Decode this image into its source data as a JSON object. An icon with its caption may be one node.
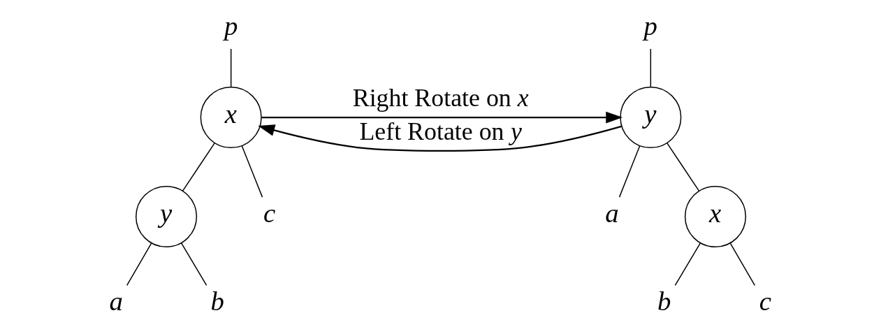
{
  "diagram": {
    "nodes": [
      {
        "text": [
          "p"
        ]
      },
      {
        "text": [
          "x"
        ]
      },
      {
        "text": [
          "y"
        ]
      },
      {
        "text": [
          "c"
        ]
      },
      {
        "text": [
          "a"
        ]
      },
      {
        "text": [
          "b"
        ]
      },
      {
        "text": [
          "p"
        ]
      },
      {
        "text": [
          "y"
        ]
      },
      {
        "text": [
          "a"
        ]
      },
      {
        "text": [
          "x"
        ]
      },
      {
        "text": [
          "b"
        ]
      },
      {
        "text": [
          "c"
        ]
      }
    ],
    "edges": [
      {
        "from": 0,
        "to": 1,
        "arrow": "none"
      },
      {
        "from": 1,
        "to": 2,
        "arrow": "none"
      },
      {
        "from": 1,
        "to": 3,
        "arrow": "none"
      },
      {
        "from": 2,
        "to": 4,
        "arrow": "none"
      },
      {
        "from": 2,
        "to": 5,
        "arrow": "none"
      },
      {
        "from": 6,
        "to": 7,
        "arrow": "none"
      },
      {
        "from": 7,
        "to": 8,
        "arrow": "none"
      },
      {
        "from": 7,
        "to": 9,
        "arrow": "none"
      },
      {
        "from": 9,
        "to": 10,
        "arrow": "none"
      },
      {
        "from": 9,
        "to": 11,
        "arrow": "none"
      },
      {
        "from": 1,
        "to": 7,
        "arrow": "to",
        "label": "Right Rotate on *x*"
      },
      {
        "from": 7,
        "to": 1,
        "arrow": "to",
        "label": "Left Rotate on *y*"
      }
    ]
  }
}
